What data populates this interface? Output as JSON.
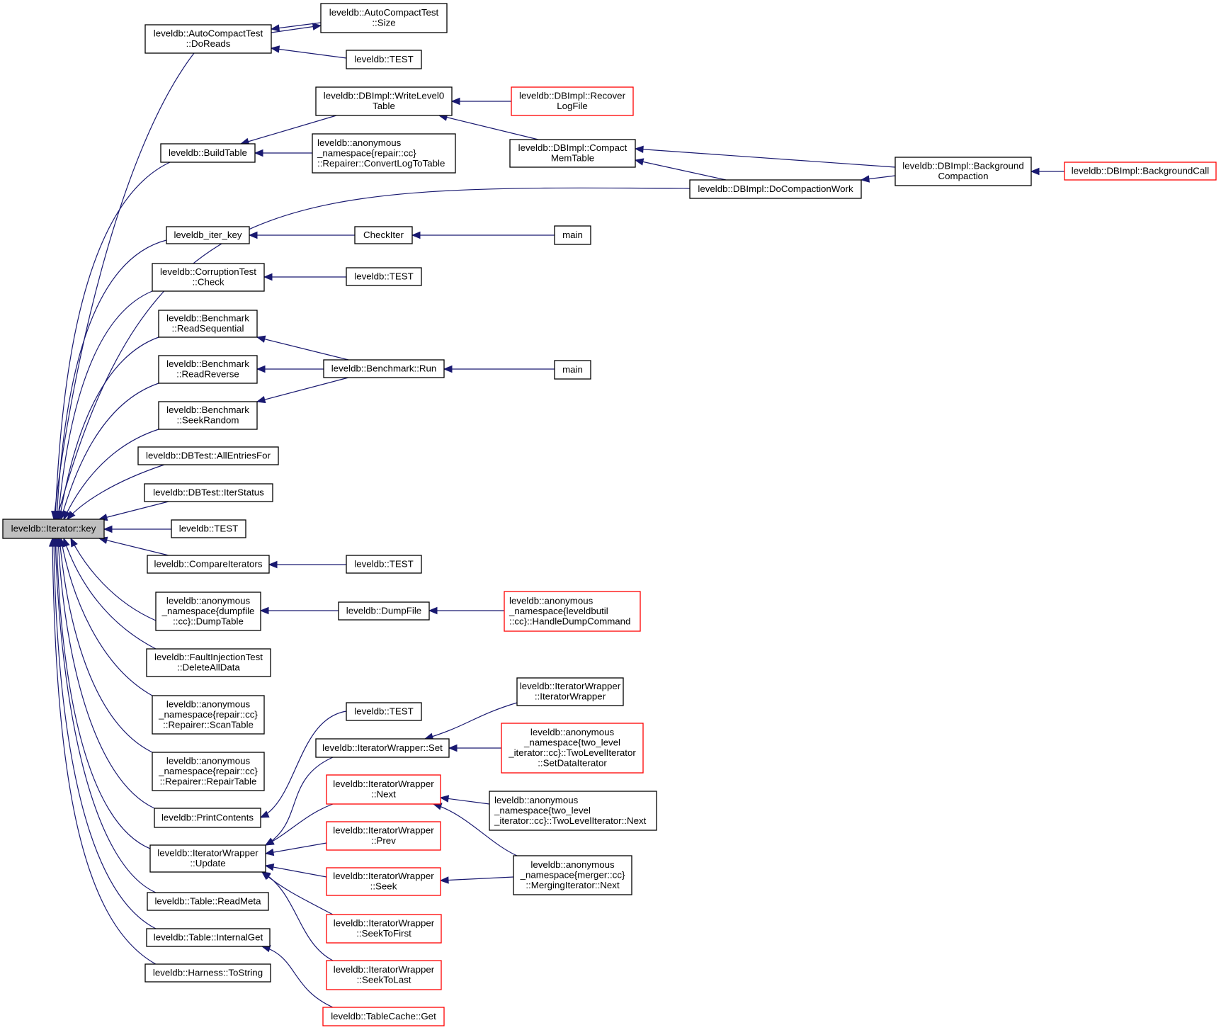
{
  "graph": {
    "type": "caller-graph",
    "focus_node": "key",
    "colors": {
      "edge": "#191970",
      "focus_fill": "#bfbfbf",
      "node_border": "#000000",
      "truncated_border": "#ff0000",
      "node_fill": "#ffffff"
    },
    "nodes": [
      {
        "id": "key",
        "lines": [
          "leveldb::Iterator::key"
        ],
        "style": "focus"
      },
      {
        "id": "doreads",
        "lines": [
          "leveldb::AutoCompactTest",
          "::DoReads"
        ],
        "style": "normal"
      },
      {
        "id": "size",
        "lines": [
          "leveldb::AutoCompactTest",
          "::Size"
        ],
        "style": "normal"
      },
      {
        "id": "test_ac",
        "lines": [
          "leveldb::TEST"
        ],
        "style": "normal"
      },
      {
        "id": "writelevel0",
        "lines": [
          "leveldb::DBImpl::WriteLevel0",
          "Table"
        ],
        "style": "normal"
      },
      {
        "id": "recoverlog",
        "lines": [
          "leveldb::DBImpl::Recover",
          "LogFile"
        ],
        "style": "truncated"
      },
      {
        "id": "buildtable",
        "lines": [
          "leveldb::BuildTable"
        ],
        "style": "normal"
      },
      {
        "id": "convertlog",
        "lines": [
          "leveldb::anonymous",
          "_namespace{repair::cc}",
          "::Repairer::ConvertLogToTable"
        ],
        "style": "normal",
        "align": "left"
      },
      {
        "id": "compactmem",
        "lines": [
          "leveldb::DBImpl::Compact",
          "MemTable"
        ],
        "style": "normal"
      },
      {
        "id": "bgcompaction",
        "lines": [
          "leveldb::DBImpl::Background",
          "Compaction"
        ],
        "style": "normal"
      },
      {
        "id": "bgcall",
        "lines": [
          "leveldb::DBImpl::BackgroundCall"
        ],
        "style": "truncated"
      },
      {
        "id": "docompaction",
        "lines": [
          "leveldb::DBImpl::DoCompactionWork"
        ],
        "style": "normal"
      },
      {
        "id": "iterkey",
        "lines": [
          "leveldb_iter_key"
        ],
        "style": "normal"
      },
      {
        "id": "checkiter",
        "lines": [
          "CheckIter"
        ],
        "style": "normal"
      },
      {
        "id": "main1",
        "lines": [
          "main"
        ],
        "style": "normal"
      },
      {
        "id": "corruptcheck",
        "lines": [
          "leveldb::CorruptionTest",
          "::Check"
        ],
        "style": "normal"
      },
      {
        "id": "test_corrupt",
        "lines": [
          "leveldb::TEST"
        ],
        "style": "normal"
      },
      {
        "id": "readseq",
        "lines": [
          "leveldb::Benchmark",
          "::ReadSequential"
        ],
        "style": "normal"
      },
      {
        "id": "readrev",
        "lines": [
          "leveldb::Benchmark",
          "::ReadReverse"
        ],
        "style": "normal"
      },
      {
        "id": "benchrun",
        "lines": [
          "leveldb::Benchmark::Run"
        ],
        "style": "normal"
      },
      {
        "id": "main2",
        "lines": [
          "main"
        ],
        "style": "normal"
      },
      {
        "id": "seekrandom",
        "lines": [
          "leveldb::Benchmark",
          "::SeekRandom"
        ],
        "style": "normal"
      },
      {
        "id": "allentries",
        "lines": [
          "leveldb::DBTest::AllEntriesFor"
        ],
        "style": "normal"
      },
      {
        "id": "iterstatus",
        "lines": [
          "leveldb::DBTest::IterStatus"
        ],
        "style": "normal"
      },
      {
        "id": "test_mid",
        "lines": [
          "leveldb::TEST"
        ],
        "style": "normal"
      },
      {
        "id": "compareiters",
        "lines": [
          "leveldb::CompareIterators"
        ],
        "style": "normal"
      },
      {
        "id": "test_cmp",
        "lines": [
          "leveldb::TEST"
        ],
        "style": "normal"
      },
      {
        "id": "dumptable",
        "lines": [
          "leveldb::anonymous",
          "_namespace{dumpfile",
          "::cc}::DumpTable"
        ],
        "style": "normal"
      },
      {
        "id": "dumpfile",
        "lines": [
          "leveldb::DumpFile"
        ],
        "style": "normal"
      },
      {
        "id": "handledump",
        "lines": [
          "leveldb::anonymous",
          "_namespace{leveldbutil",
          "::cc}::HandleDumpCommand"
        ],
        "style": "truncated",
        "align": "left"
      },
      {
        "id": "deletealldata",
        "lines": [
          "leveldb::FaultInjectionTest",
          "::DeleteAllData"
        ],
        "style": "normal"
      },
      {
        "id": "scantable",
        "lines": [
          "leveldb::anonymous",
          "_namespace{repair::cc}",
          "::Repairer::ScanTable"
        ],
        "style": "normal"
      },
      {
        "id": "repairtable",
        "lines": [
          "leveldb::anonymous",
          "_namespace{repair::cc}",
          "::Repairer::RepairTable"
        ],
        "style": "normal"
      },
      {
        "id": "printcontents",
        "lines": [
          "leveldb::PrintContents"
        ],
        "style": "normal"
      },
      {
        "id": "test_print",
        "lines": [
          "leveldb::TEST"
        ],
        "style": "normal"
      },
      {
        "id": "iwset",
        "lines": [
          "leveldb::IteratorWrapper::Set"
        ],
        "style": "normal"
      },
      {
        "id": "iwctor",
        "lines": [
          "leveldb::IteratorWrapper",
          "::IteratorWrapper"
        ],
        "style": "normal"
      },
      {
        "id": "setdataiter",
        "lines": [
          "leveldb::anonymous",
          "_namespace{two_level",
          "_iterator::cc}::TwoLevelIterator",
          "::SetDataIterator"
        ],
        "style": "truncated"
      },
      {
        "id": "iwnext",
        "lines": [
          "leveldb::IteratorWrapper",
          "::Next"
        ],
        "style": "truncated"
      },
      {
        "id": "twolevelnext",
        "lines": [
          "leveldb::anonymous",
          "_namespace{two_level",
          "_iterator::cc}::TwoLevelIterator::Next"
        ],
        "style": "normal",
        "align": "left"
      },
      {
        "id": "iwprev",
        "lines": [
          "leveldb::IteratorWrapper",
          "::Prev"
        ],
        "style": "truncated"
      },
      {
        "id": "iwupdate",
        "lines": [
          "leveldb::IteratorWrapper",
          "::Update"
        ],
        "style": "normal"
      },
      {
        "id": "iwseek",
        "lines": [
          "leveldb::IteratorWrapper",
          "::Seek"
        ],
        "style": "truncated"
      },
      {
        "id": "mergingnext",
        "lines": [
          "leveldb::anonymous",
          "_namespace{merger::cc}",
          "::MergingIterator::Next"
        ],
        "style": "normal"
      },
      {
        "id": "readmeta",
        "lines": [
          "leveldb::Table::ReadMeta"
        ],
        "style": "normal"
      },
      {
        "id": "seektofirst",
        "lines": [
          "leveldb::IteratorWrapper",
          "::SeekToFirst"
        ],
        "style": "truncated"
      },
      {
        "id": "internalget",
        "lines": [
          "leveldb::Table::InternalGet"
        ],
        "style": "normal"
      },
      {
        "id": "seektolast",
        "lines": [
          "leveldb::IteratorWrapper",
          "::SeekToLast"
        ],
        "style": "truncated"
      },
      {
        "id": "tostring",
        "lines": [
          "leveldb::Harness::ToString"
        ],
        "style": "normal"
      },
      {
        "id": "tablecacheget",
        "lines": [
          "leveldb::TableCache::Get"
        ],
        "style": "truncated"
      }
    ],
    "edges": [
      {
        "from": "doreads",
        "to": "key"
      },
      {
        "from": "size",
        "to": "doreads"
      },
      {
        "from": "doreads",
        "to": "size"
      },
      {
        "from": "test_ac",
        "to": "doreads"
      },
      {
        "from": "buildtable",
        "to": "key"
      },
      {
        "from": "writelevel0",
        "to": "buildtable"
      },
      {
        "from": "convertlog",
        "to": "buildtable"
      },
      {
        "from": "recoverlog",
        "to": "writelevel0"
      },
      {
        "from": "compactmem",
        "to": "writelevel0"
      },
      {
        "from": "bgcompaction",
        "to": "compactmem"
      },
      {
        "from": "docompaction",
        "to": "compactmem"
      },
      {
        "from": "bgcompaction",
        "to": "docompaction"
      },
      {
        "from": "bgcall",
        "to": "bgcompaction"
      },
      {
        "from": "docompaction",
        "to": "key"
      },
      {
        "from": "iterkey",
        "to": "key"
      },
      {
        "from": "checkiter",
        "to": "iterkey"
      },
      {
        "from": "main1",
        "to": "checkiter"
      },
      {
        "from": "corruptcheck",
        "to": "key"
      },
      {
        "from": "test_corrupt",
        "to": "corruptcheck"
      },
      {
        "from": "readseq",
        "to": "key"
      },
      {
        "from": "readrev",
        "to": "key"
      },
      {
        "from": "seekrandom",
        "to": "key"
      },
      {
        "from": "benchrun",
        "to": "readseq"
      },
      {
        "from": "benchrun",
        "to": "readrev"
      },
      {
        "from": "benchrun",
        "to": "seekrandom"
      },
      {
        "from": "main2",
        "to": "benchrun"
      },
      {
        "from": "allentries",
        "to": "key"
      },
      {
        "from": "iterstatus",
        "to": "key"
      },
      {
        "from": "test_mid",
        "to": "key"
      },
      {
        "from": "compareiters",
        "to": "key"
      },
      {
        "from": "test_cmp",
        "to": "compareiters"
      },
      {
        "from": "dumptable",
        "to": "key"
      },
      {
        "from": "dumpfile",
        "to": "dumptable"
      },
      {
        "from": "handledump",
        "to": "dumpfile"
      },
      {
        "from": "deletealldata",
        "to": "key"
      },
      {
        "from": "scantable",
        "to": "key"
      },
      {
        "from": "repairtable",
        "to": "key"
      },
      {
        "from": "printcontents",
        "to": "key"
      },
      {
        "from": "test_print",
        "to": "printcontents"
      },
      {
        "from": "iwupdate",
        "to": "key"
      },
      {
        "from": "iwset",
        "to": "iwupdate"
      },
      {
        "from": "iwctor",
        "to": "iwset"
      },
      {
        "from": "setdataiter",
        "to": "iwset"
      },
      {
        "from": "iwnext",
        "to": "iwupdate"
      },
      {
        "from": "twolevelnext",
        "to": "iwnext"
      },
      {
        "from": "mergingnext",
        "to": "iwnext"
      },
      {
        "from": "iwprev",
        "to": "iwupdate"
      },
      {
        "from": "iwseek",
        "to": "iwupdate"
      },
      {
        "from": "mergingnext",
        "to": "iwseek"
      },
      {
        "from": "seektofirst",
        "to": "iwupdate"
      },
      {
        "from": "seektolast",
        "to": "iwupdate"
      },
      {
        "from": "readmeta",
        "to": "key"
      },
      {
        "from": "internalget",
        "to": "key"
      },
      {
        "from": "tablecacheget",
        "to": "internalget"
      },
      {
        "from": "tostring",
        "to": "key"
      }
    ]
  }
}
